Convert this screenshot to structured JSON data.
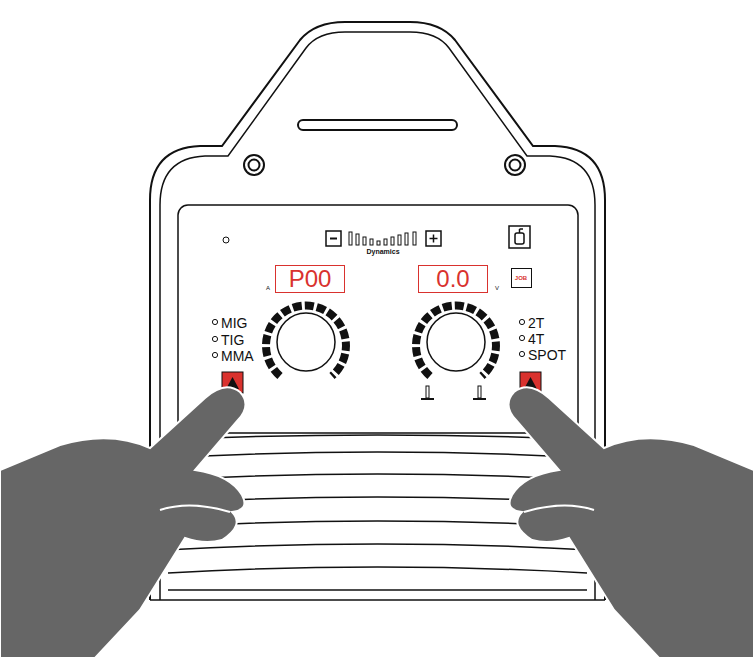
{
  "diagram": {
    "nodes": [
      {
        "text": [
          "P00"
        ]
      },
      {
        "text": [
          "0.0"
        ]
      },
      {
        "text": [
          "JOB"
        ]
      }
    ],
    "labels": [
      "Dynamics",
      "A",
      "MIG",
      "TIG",
      "MMA",
      "V",
      "2T",
      "4T",
      "SPOT"
    ]
  }
}
